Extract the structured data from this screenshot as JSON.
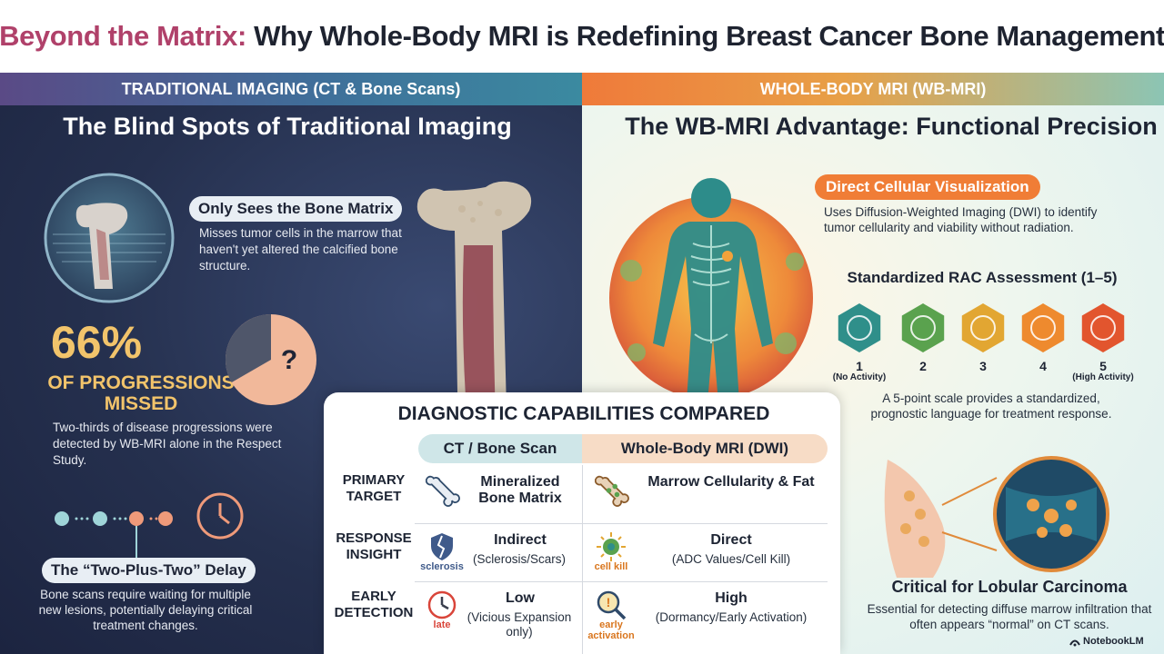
{
  "title": {
    "accent": "Beyond the Matrix:",
    "rest": " Why Whole-Body MRI is Redefining Breast Cancer Bone Management"
  },
  "left": {
    "header": "TRADITIONAL IMAGING (CT & Bone Scans)",
    "heading": "The Blind Spots of Traditional Imaging",
    "matrix_label": "Only Sees the Bone Matrix",
    "matrix_desc": "Misses tumor cells in the marrow that haven't yet altered the calcified bone structure.",
    "stat_pct": "66%",
    "stat_label": "OF PROGRESSIONS MISSED",
    "stat_desc": "Two-thirds of disease progressions were detected by WB-MRI alone in the Respect Study.",
    "pie_symbol": "?",
    "delay_label": "The “Two-Plus-Two” Delay",
    "delay_desc": "Bone scans require waiting for multiple new lesions, potentially delaying critical treatment changes."
  },
  "right": {
    "header": "WHOLE-BODY MRI (WB-MRI)",
    "heading": "The WB-MRI Advantage: Functional Precision",
    "dcv_label": "Direct Cellular Visualization",
    "dcv_desc": "Uses Diffusion-Weighted Imaging (DWI) to identify tumor cellularity and viability without radiation.",
    "rac_title": "Standardized RAC Assessment (1–5)",
    "rac": [
      {
        "num": "1",
        "sub": "(No Activity)",
        "color": "#2f8f8a"
      },
      {
        "num": "2",
        "sub": "",
        "color": "#5aa24e"
      },
      {
        "num": "3",
        "sub": "",
        "color": "#e2a632"
      },
      {
        "num": "4",
        "sub": "",
        "color": "#ee8a2e"
      },
      {
        "num": "5",
        "sub": "(High Activity)",
        "color": "#e2552e"
      }
    ],
    "rac_desc": "A 5-point scale provides a standardized, prognostic language for treatment response.",
    "lob_title": "Critical for Lobular Carcinoma",
    "lob_desc": "Essential for detecting diffuse marrow infiltration that often appears “normal” on CT scans."
  },
  "compare": {
    "title": "DIAGNOSTIC CAPABILITIES COMPARED",
    "col_ct": "CT / Bone Scan",
    "col_mri": "Whole-Body MRI (DWI)",
    "rows": [
      {
        "label": "PRIMARY TARGET",
        "ct_icon": "bone-icon",
        "ct_sub": "",
        "ct_main": "Mineralized Bone Matrix",
        "ct_detail": "",
        "mri_icon": "marrow-cells-icon",
        "mri_sub": "",
        "mri_main": "Marrow Cellularity & Fat",
        "mri_detail": ""
      },
      {
        "label": "RESPONSE INSIGHT",
        "ct_icon": "broken-shield-icon",
        "ct_sub": "sclerosis",
        "ct_main": "Indirect",
        "ct_detail": "(Sclerosis/Scars)",
        "mri_icon": "cell-icon",
        "mri_sub": "cell kill",
        "mri_main": "Direct",
        "mri_detail": "(ADC Values/Cell Kill)"
      },
      {
        "label": "EARLY DETECTION",
        "ct_icon": "clock-icon",
        "ct_sub": "late",
        "ct_main": "Low",
        "ct_detail": "(Vicious Expansion only)",
        "mri_icon": "magnifier-icon",
        "mri_sub": "early activation",
        "mri_main": "High",
        "mri_detail": "(Dormancy/Early Activation)"
      }
    ]
  },
  "brand": "NotebookLM",
  "colors": {
    "accent": "#b0416a",
    "gold": "#f2c46b",
    "orange": "#f07d36",
    "navy": "#25304e"
  }
}
